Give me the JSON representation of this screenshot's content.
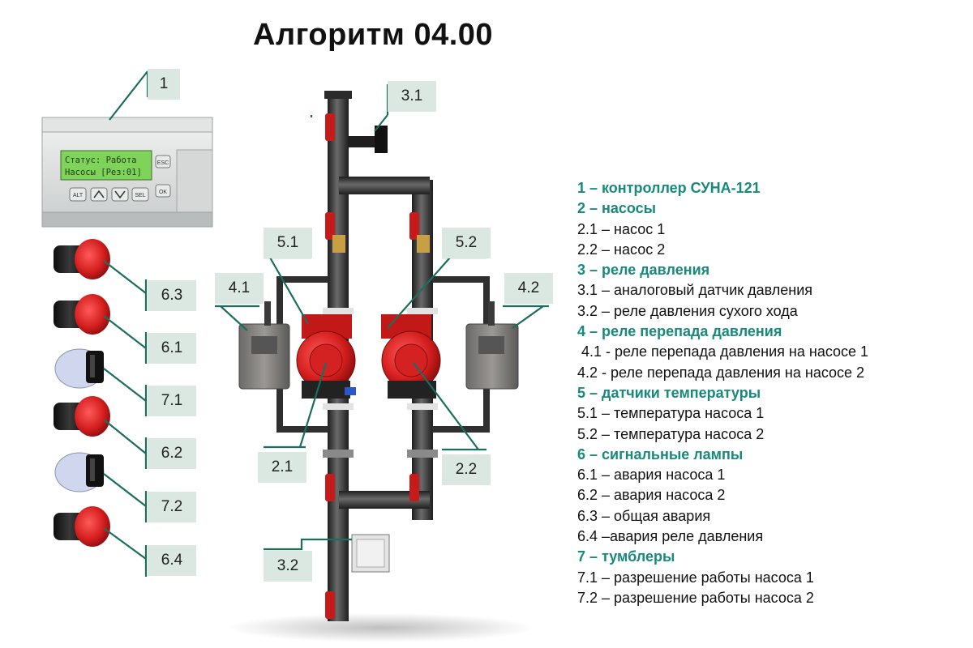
{
  "title": "Алгоритм 04.00",
  "colors": {
    "accent": "#178a7c",
    "callout_bg": "#dbe7e1",
    "leader_line": "#1a6e5e",
    "pipe": "#3a3a3a",
    "pump_red": "#d41e1e"
  },
  "controller": {
    "lcd_line1": "Статус: Работа",
    "lcd_line2": "Насосы [Рез:01]",
    "buttons": [
      "ESC",
      "ALT",
      "SEL",
      "OK"
    ]
  },
  "callouts": {
    "c1": "1",
    "c3_1": "3.1",
    "c5_1": "5.1",
    "c5_2": "5.2",
    "c4_1": "4.1",
    "c4_2": "4.2",
    "c6_3": "6.3",
    "c6_1": "6.1",
    "c7_1": "7.1",
    "c6_2": "6.2",
    "c7_2": "7.2",
    "c6_4": "6.4",
    "c2_1": "2.1",
    "c2_2": "2.2",
    "c3_2": "3.2"
  },
  "lamps": [
    {
      "id": "6.3",
      "type": "red-lamp"
    },
    {
      "id": "6.1",
      "type": "red-lamp"
    },
    {
      "id": "7.1",
      "type": "selector-switch"
    },
    {
      "id": "6.2",
      "type": "red-lamp"
    },
    {
      "id": "7.2",
      "type": "selector-switch"
    },
    {
      "id": "6.4",
      "type": "red-lamp"
    }
  ],
  "legend": [
    {
      "text": "1 – контроллер СУНА-121",
      "heading": true
    },
    {
      "text": "2 – насосы",
      "heading": true
    },
    {
      "text": "2.1 – насос 1",
      "heading": false
    },
    {
      "text": "2.2 – насос 2",
      "heading": false
    },
    {
      "text": "3 – реле давления",
      "heading": true
    },
    {
      "text": "3.1 – аналоговый датчик давления",
      "heading": false
    },
    {
      "text": "3.2 – реле давления сухого хода",
      "heading": false
    },
    {
      "text": "4 – реле перепада давления",
      "heading": true
    },
    {
      "text": " 4.1 - реле перепада давления на насосе 1",
      "heading": false
    },
    {
      "text": "4.2 - реле перепада давления на насосе 2",
      "heading": false
    },
    {
      "text": "5 – датчики температуры",
      "heading": true
    },
    {
      "text": "5.1 – температура насоса 1",
      "heading": false
    },
    {
      "text": "5.2 – температура насоса 2",
      "heading": false
    },
    {
      "text": "6 – сигнальные лампы",
      "heading": true
    },
    {
      "text": "6.1 – авария насоса 1",
      "heading": false
    },
    {
      "text": "6.2 – авария насоса 2",
      "heading": false
    },
    {
      "text": "6.3 – общая авария",
      "heading": false
    },
    {
      "text": "6.4 –авария реле давления",
      "heading": false
    },
    {
      "text": "7 – тумблеры",
      "heading": true
    },
    {
      "text": "7.1 – разрешение работы насоса 1",
      "heading": false
    },
    {
      "text": "7.2 – разрешение работы насоса 2",
      "heading": false
    }
  ]
}
